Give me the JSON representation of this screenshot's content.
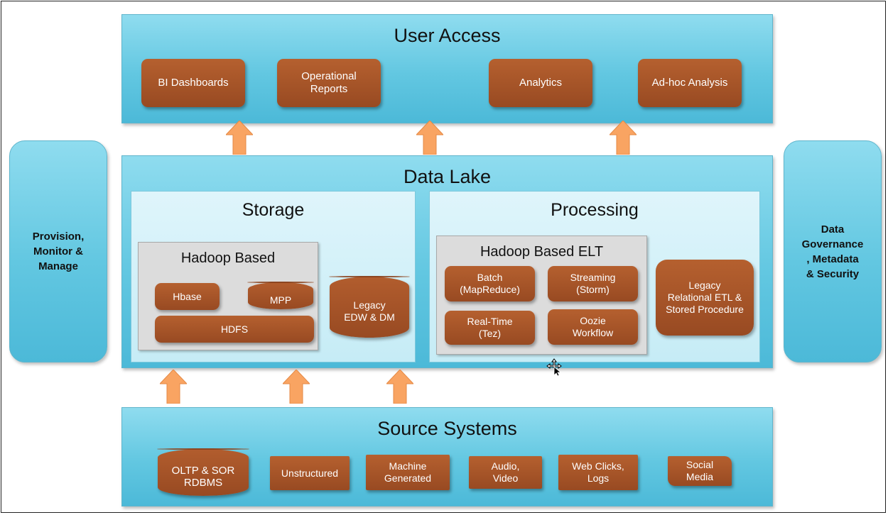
{
  "user_access": {
    "title": "User Access",
    "items": [
      "BI Dashboards",
      "Operational\nReports",
      "Analytics",
      "Ad-hoc Analysis"
    ]
  },
  "side_left": {
    "label": "Provision,\nMonitor &\nManage"
  },
  "side_right": {
    "label": "Data\nGovernance\n, Metadata\n& Security"
  },
  "data_lake": {
    "title": "Data Lake",
    "storage": {
      "title": "Storage",
      "hadoop_title": "Hadoop Based",
      "hbase": "Hbase",
      "mpp": "MPP",
      "hdfs": "HDFS",
      "legacy": "Legacy\nEDW & DM"
    },
    "processing": {
      "title": "Processing",
      "elt_title": "Hadoop Based ELT",
      "batch": "Batch\n(MapReduce)",
      "streaming": "Streaming\n(Storm)",
      "realtime": "Real-Time\n(Tez)",
      "oozie": "Oozie\nWorkflow",
      "legacy": "Legacy\nRelational ETL  &\nStored Procedure"
    }
  },
  "source_systems": {
    "title": "Source Systems",
    "oltp": "OLTP & SOR\nRDBMS",
    "unstructured": "Unstructured",
    "machine": "Machine\nGenerated",
    "audio": "Audio,\nVideo",
    "web": "Web Clicks,\nLogs",
    "social": "Social\nMedia"
  },
  "colors": {
    "panel": "#62c7e1",
    "brown": "#a5542a",
    "arrow": "#f9a462",
    "grey_box": "#dcdcdc"
  }
}
